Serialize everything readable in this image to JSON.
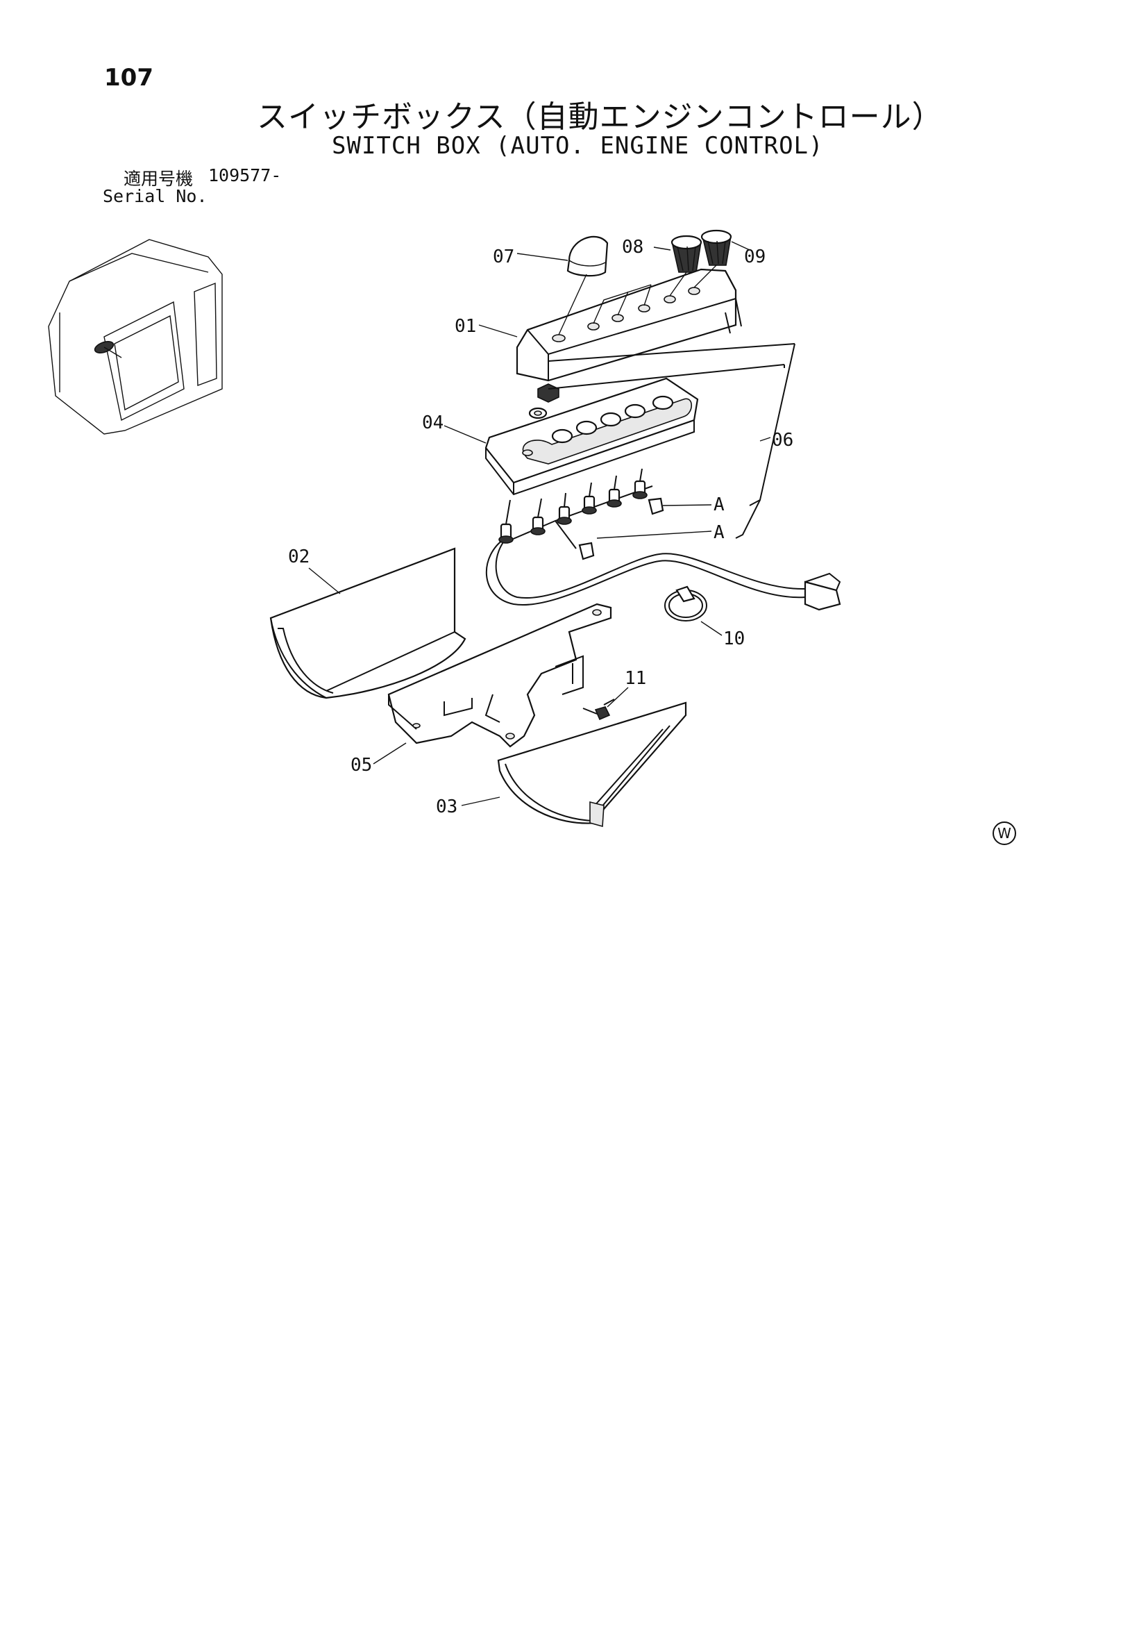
{
  "page": {
    "number": "107",
    "title_jp": "スイッチボックス（自動エンジンコントロール）",
    "title_en": "SWITCH BOX (AUTO. ENGINE CONTROL)"
  },
  "serial": {
    "label_jp": "適用号機",
    "value": "109577-",
    "label_en": "Serial No."
  },
  "callouts": {
    "c01": "01",
    "c02": "02",
    "c03": "03",
    "c04": "04",
    "c05": "05",
    "c06": "06",
    "c07": "07",
    "c08": "08",
    "c09": "09",
    "c10": "10",
    "c11": "11",
    "a1": "A",
    "a2": "A"
  },
  "mark": "W"
}
